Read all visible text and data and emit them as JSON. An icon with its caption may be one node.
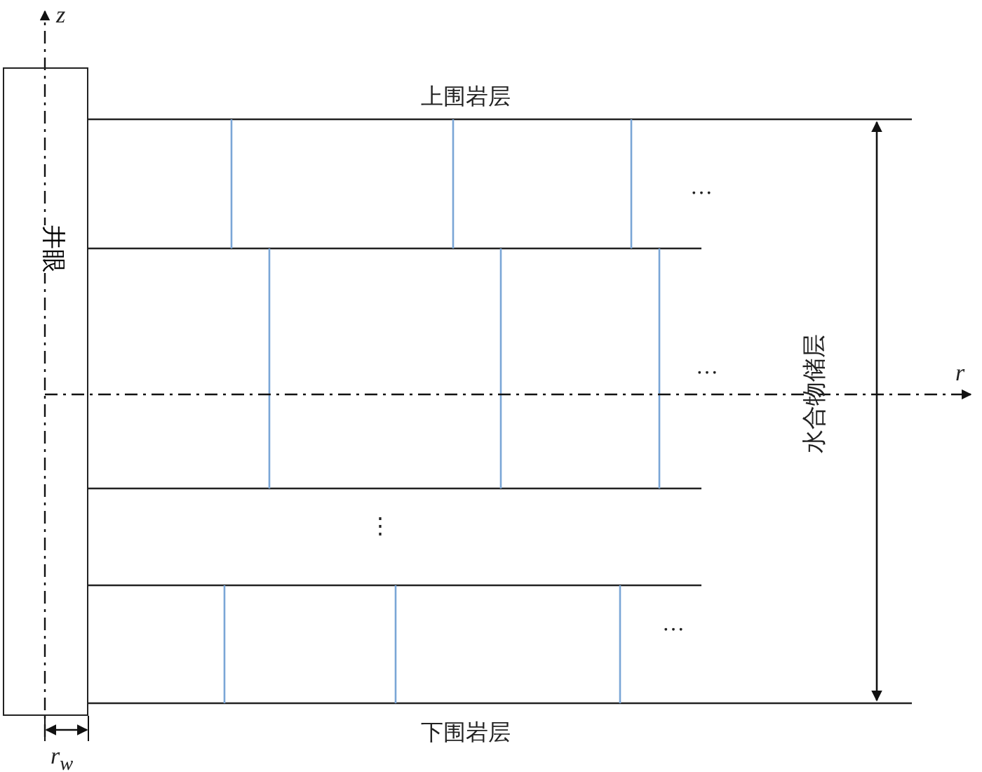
{
  "diagram": {
    "nodes": [
      {
        "text": [
          "井眼"
        ]
      }
    ],
    "edges": [],
    "labels": [
      "z",
      "上围岩层",
      "…",
      "…",
      "r",
      "水合物储层",
      "⋮",
      "…",
      "下围岩层",
      "*r*$_{w}$"
    ]
  }
}
